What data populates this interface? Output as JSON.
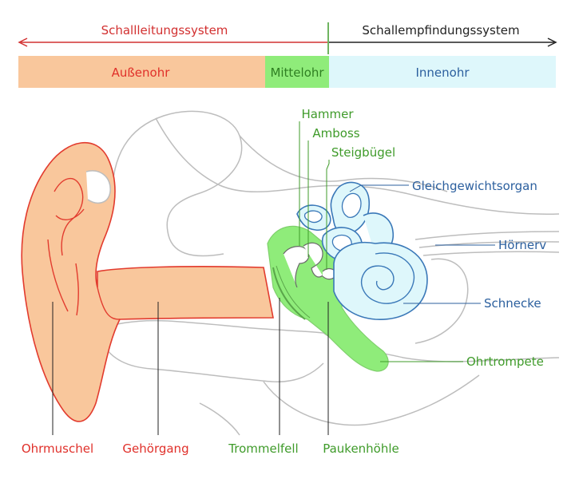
{
  "header": {
    "left_system": "Schallleitungssystem",
    "right_system": "Schallempfindungssystem"
  },
  "bands": {
    "outer": "Außenohr",
    "middle": "Mittelohr",
    "inner": "Innenohr"
  },
  "labels": {
    "hammer": "Hammer",
    "amboss": "Amboss",
    "steigbuegel": "Steigbügel",
    "gleichgewichtsorgan": "Gleichgewichtsorgan",
    "hoernerv": "Hörnerv",
    "schnecke": "Schnecke",
    "ohrtrompete": "Ohrtrompete",
    "ohrmuschel": "Ohrmuschel",
    "gehoergang": "Gehörgang",
    "trommelfell": "Trommelfell",
    "paukenhoehle": "Paukenhöhle"
  },
  "colors": {
    "outer_text": "#e0302a",
    "middle_text": "#3f9b2a",
    "inner_text": "#2b5f9e",
    "outer_fill": "#f9c79c",
    "middle_fill": "#8fec7a",
    "inner_fill": "#def7fb",
    "outline_gray": "#b9b9b9"
  }
}
